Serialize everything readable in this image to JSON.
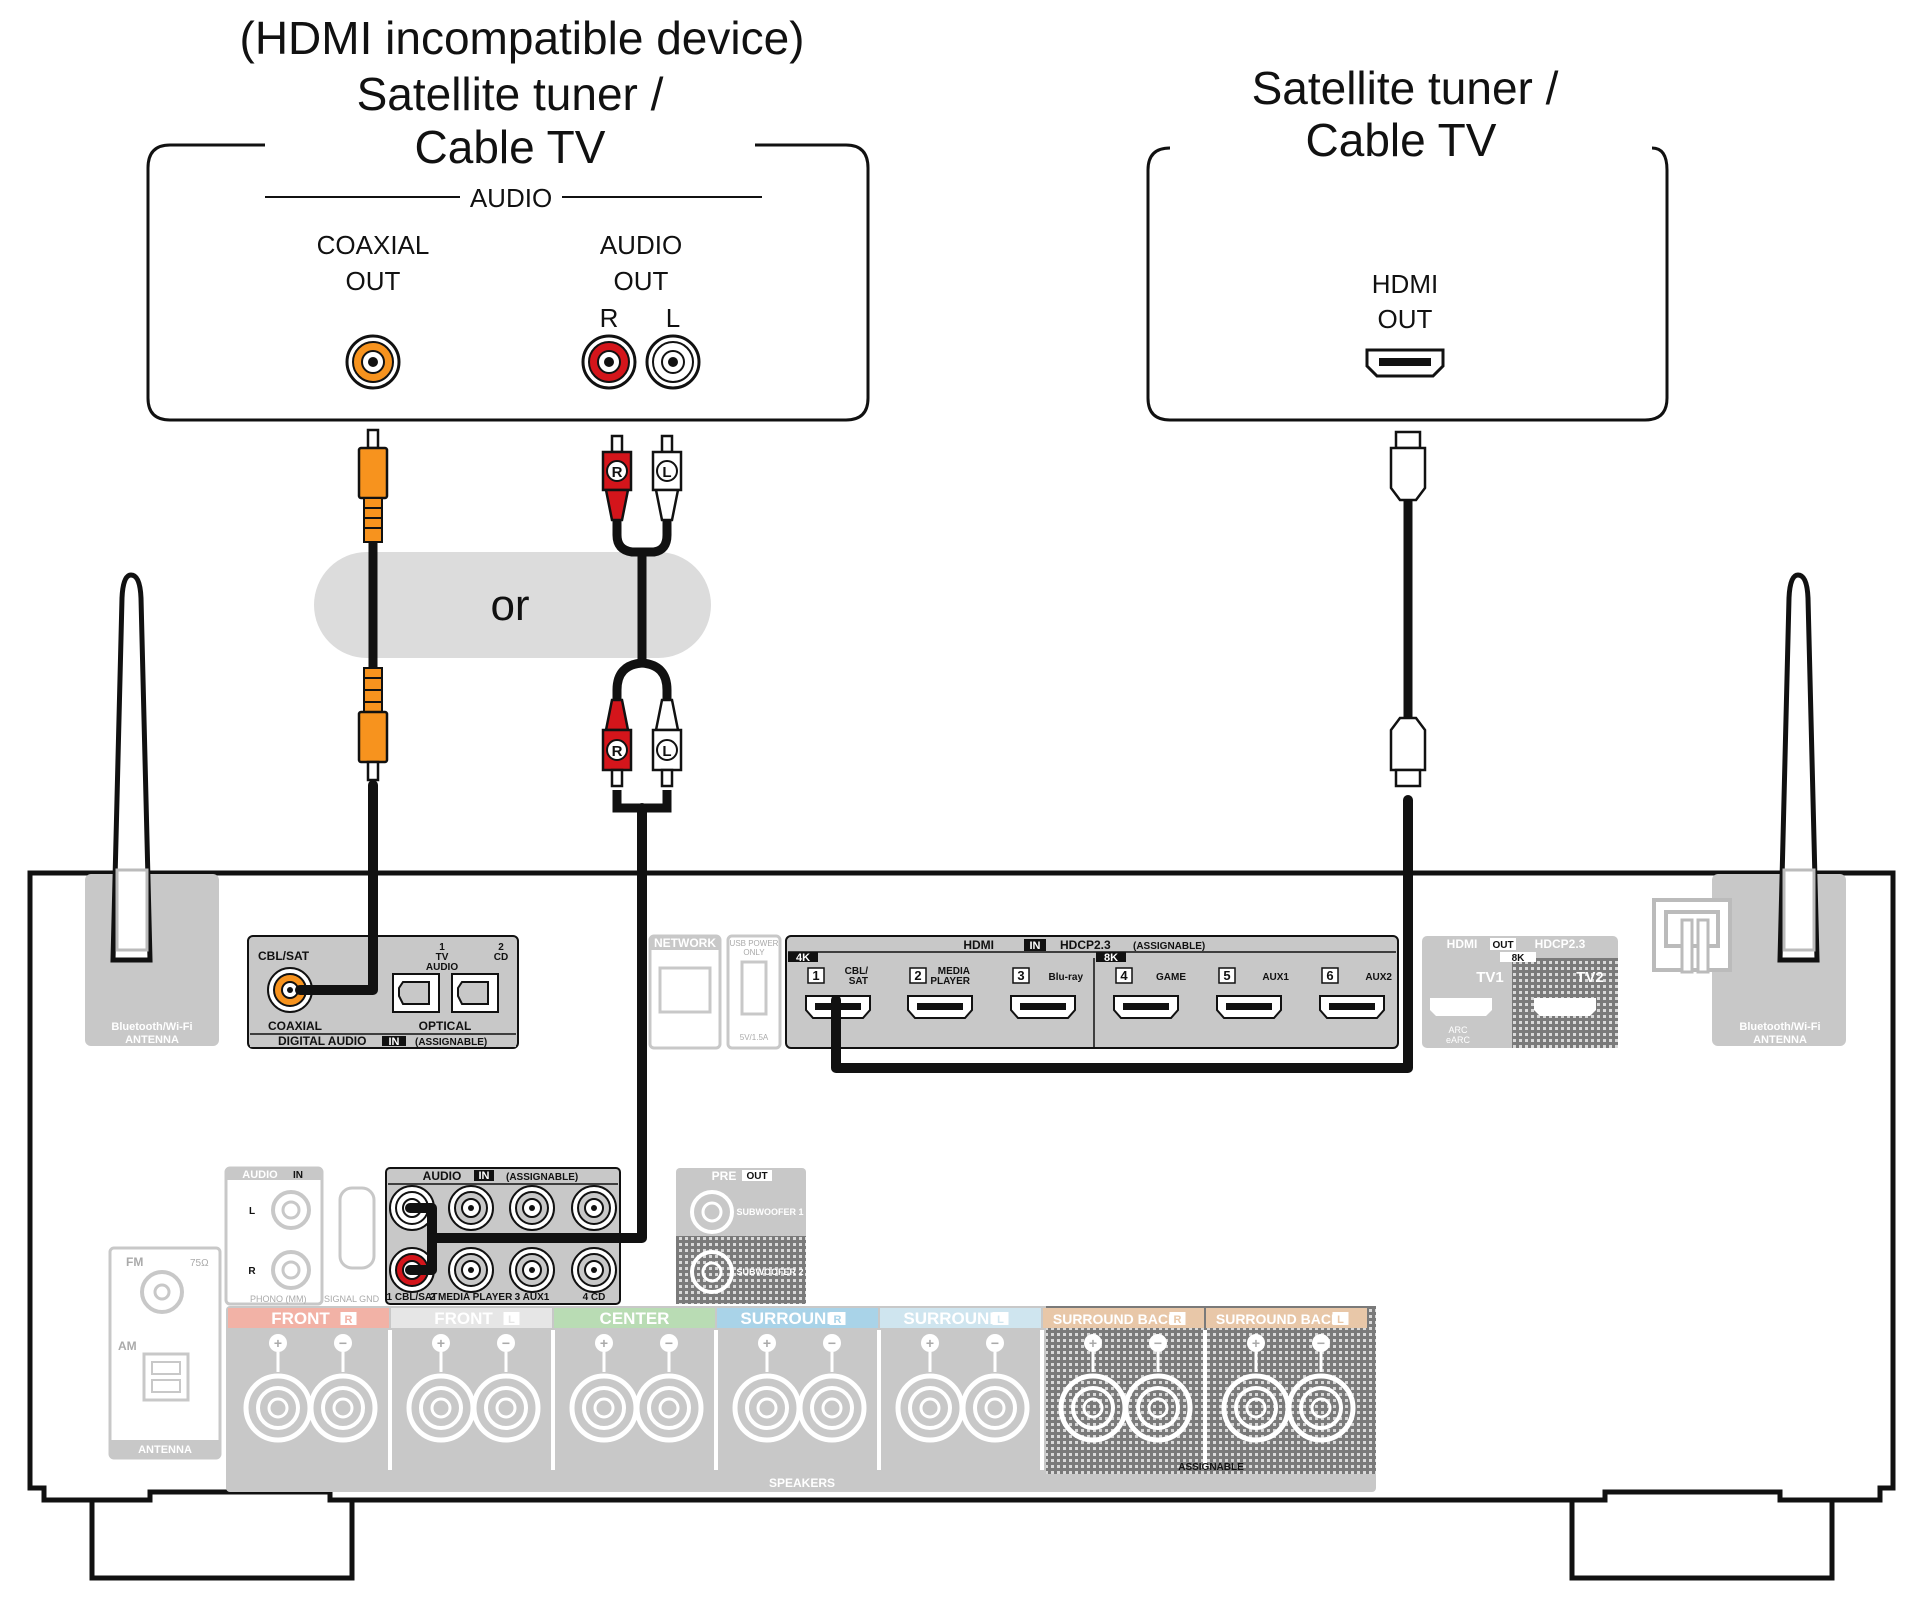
{
  "source_device": {
    "title_line1": "(HDMI incompatible device)",
    "title_line2": "Satellite tuner /",
    "title_line3": "Cable TV",
    "group_label": "AUDIO",
    "coaxial_out_line1": "COAXIAL",
    "coaxial_out_line2": "OUT",
    "audio_out_line1": "AUDIO",
    "audio_out_line2": "OUT",
    "right_label": "R",
    "left_label": "L"
  },
  "hdmi_device": {
    "title_line1": "Satellite tuner /",
    "title_line2": "Cable TV",
    "hdmi_out_line1": "HDMI",
    "hdmi_out_line2": "OUT"
  },
  "or_label": "or",
  "plug_labels": {
    "right": "R",
    "left": "L"
  },
  "receiver": {
    "bt_antenna_label_line1": "Bluetooth/Wi-Fi",
    "bt_antenna_label_line2": "ANTENNA",
    "digital_audio": {
      "cbl_sat": "CBL/SAT",
      "coaxial": "COAXIAL",
      "tv_num": "1",
      "tv": "TV",
      "tv_audio": "AUDIO",
      "cd_num": "2",
      "cd": "CD",
      "optical": "OPTICAL",
      "footer_left": "DIGITAL AUDIO",
      "footer_in": "IN",
      "footer_right": "(ASSIGNABLE)"
    },
    "network_label": "NETWORK",
    "usb_label_line1": "USB POWER",
    "usb_label_line2": "ONLY",
    "usb_rating": "5V/1.5A",
    "hdmi_in": {
      "header_left": "HDMI",
      "header_in": "IN",
      "header_hdcp": "HDCP2.3",
      "header_assignable": "(ASSIGNABLE)",
      "badge_4k": "4K",
      "badge_8k": "8K",
      "inputs": [
        {
          "num": "1",
          "name": "CBL/\nSAT",
          "name_line1": "CBL/",
          "name_line2": "SAT"
        },
        {
          "num": "2",
          "name_line1": "MEDIA",
          "name_line2": "PLAYER"
        },
        {
          "num": "3",
          "name_line1": "Blu-ray",
          "name_line2": ""
        },
        {
          "num": "4",
          "name_line1": "GAME",
          "name_line2": ""
        },
        {
          "num": "5",
          "name_line1": "AUX1",
          "name_line2": ""
        },
        {
          "num": "6",
          "name_line1": "AUX2",
          "name_line2": ""
        }
      ]
    },
    "hdmi_out": {
      "header_left": "HDMI",
      "header_out": "OUT",
      "header_hdcp": "HDCP2.3",
      "badge_8k": "8K",
      "tv1": "TV1",
      "tv2": "TV2",
      "arc_line1": "ARC",
      "arc_line2": "eARC"
    },
    "audio_in_small": {
      "header": "AUDIO",
      "in": "IN",
      "l": "L",
      "r": "R",
      "phono": "PHONO (MM)",
      "signal_gnd": "SIGNAL GND"
    },
    "audio_in_assignable": {
      "header": "AUDIO",
      "in": "IN",
      "assignable": "(ASSIGNABLE)",
      "labels": [
        "1 CBL/SAT",
        "2 MEDIA PLAYER",
        "3 AUX1",
        "4 CD"
      ]
    },
    "pre_out": {
      "header": "PRE",
      "out": "OUT",
      "sub1": "SUBWOOFER 1",
      "sub2": "SUBWOOFER 2"
    },
    "antenna": {
      "fm": "FM",
      "ohm": "75Ω",
      "am": "AM",
      "label": "ANTENNA"
    },
    "speakers": {
      "label": "SPEAKERS",
      "assignable": "ASSIGNABLE",
      "groups": [
        {
          "name": "FRONT",
          "side": "R",
          "color": "#f2b2a6"
        },
        {
          "name": "FRONT",
          "side": "L",
          "color": "#e6e6e6"
        },
        {
          "name": "CENTER",
          "side": "",
          "color": "#b9dcb4"
        },
        {
          "name": "SURROUND",
          "side": "R",
          "color": "#a9d3e8"
        },
        {
          "name": "SURROUND",
          "side": "L",
          "color": "#cfe5ef"
        },
        {
          "name": "SURROUND BACK",
          "side": "R",
          "color": "#e8c7a8"
        },
        {
          "name": "SURROUND BACK",
          "side": "L",
          "color": "#e8c7a8"
        }
      ]
    }
  },
  "colors": {
    "coaxial_orange": "#f7931e",
    "red_plug": "#d4151b",
    "receiver_gray": "#c8c8c8",
    "panel_dark": "#bdbdbd",
    "or_bubble": "#dcdcdc"
  }
}
